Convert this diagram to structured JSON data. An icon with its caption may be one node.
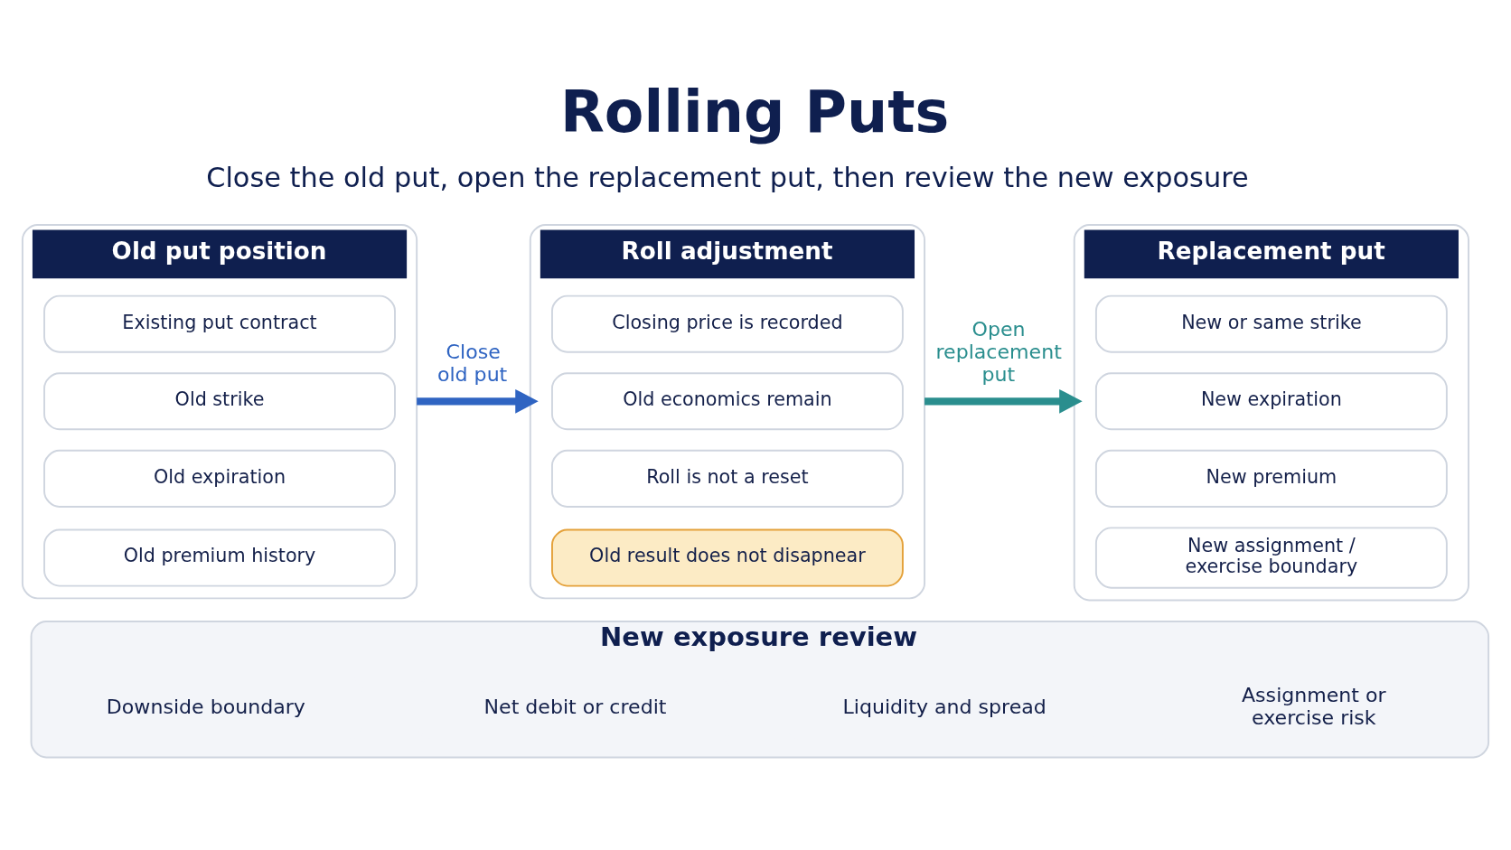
{
  "diagram": {
    "title": "Rolling Puts",
    "nodes": [
      {
        "text": [
          "Old put position"
        ]
      },
      {
        "text": [
          "Existing put contract"
        ],
        "in": 0
      },
      {
        "text": [
          "Old strike"
        ],
        "in": 0
      },
      {
        "text": [
          "Old expiration"
        ],
        "in": 0
      },
      {
        "text": [
          "Old premium history"
        ],
        "in": 0
      },
      {
        "text": [
          "Roll adjustment"
        ]
      },
      {
        "text": [
          "Closing price is recorded"
        ],
        "in": 5
      },
      {
        "text": [
          "Old economics remain"
        ],
        "in": 5
      },
      {
        "text": [
          "Roll is not a reset"
        ],
        "in": 5
      },
      {
        "text": [
          "Old result does not disapnear"
        ],
        "in": 5
      },
      {
        "text": [
          "Replacement put"
        ]
      },
      {
        "text": [
          "New or same strike"
        ],
        "in": 10
      },
      {
        "text": [
          "New expiration"
        ],
        "in": 10
      },
      {
        "text": [
          "New premium"
        ],
        "in": 10
      },
      {
        "text": [
          "New assignment / exercise boundary"
        ],
        "in": 10
      },
      {
        "text": [
          "New exposure review"
        ]
      },
      {
        "text": [
          "Downside boundary"
        ],
        "in": 15
      },
      {
        "text": [
          "Net debit or credit"
        ],
        "in": 15
      },
      {
        "text": [
          "Liquidity and spread"
        ],
        "in": 15
      },
      {
        "text": [
          "Assignment or exercise risk"
        ],
        "in": 15
      }
    ],
    "edges": [
      {
        "from": 0,
        "to": 5,
        "arrow": "to",
        "label": "Close old put",
        "color": "#2f64c2"
      },
      {
        "from": 5,
        "to": 10,
        "arrow": "to",
        "label": "Open replacement put",
        "color": "#2a8e8e"
      }
    ],
    "labels": [
      "Close the old put, open the replacement put, then review the new exposure"
    ]
  }
}
